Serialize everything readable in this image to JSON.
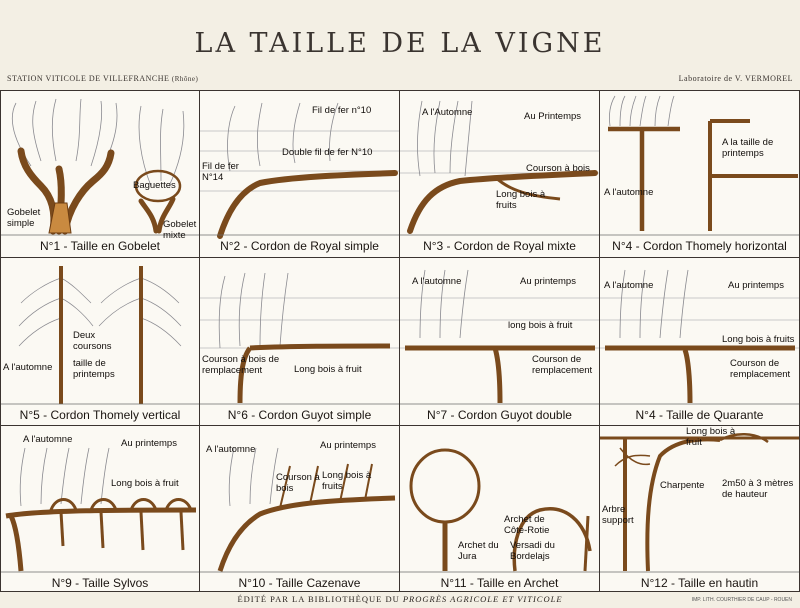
{
  "title": "LA TAILLE DE LA VIGNE",
  "header_left": "STATION VITICOLE DE VILLEFRANCHE",
  "header_left_sub": "(Rhône)",
  "header_right": "Laboratoire de V. VERMOREL",
  "footer_prefix": "ÉDITÉ PAR LA BIBLIOTHÈQUE DU",
  "footer_journal": "PROGRÈS AGRICOLE ET VITICOLE",
  "imprint": "IMP. LITH. COURTHIER DE CAUP - ROUEN",
  "panels": [
    {
      "caption": "N°1 - Taille en Gobelet",
      "labels": [
        "Baguettes",
        "Gobelet simple",
        "Gobelet mixte"
      ]
    },
    {
      "caption": "N°2 - Cordon de Royal simple",
      "labels": [
        "Fil de fer n°10",
        "Double fil de fer N°10",
        "Fil de fer N°14"
      ]
    },
    {
      "caption": "N°3 - Cordon de Royal mixte",
      "labels": [
        "A l'Automne",
        "Au Printemps",
        "Courson à bois",
        "Long bois à fruits"
      ]
    },
    {
      "caption": "N°4 - Cordon Thomely horizontal",
      "labels": [
        "A la taille de printemps",
        "A l'automne"
      ]
    },
    {
      "caption": "N°5 - Cordon Thomely vertical",
      "labels": [
        "Deux coursons",
        "taille de printemps",
        "A l'automne"
      ]
    },
    {
      "caption": "N°6 - Cordon Guyot simple",
      "labels": [
        "Courson à bois de remplacement",
        "Long bois à fruit"
      ]
    },
    {
      "caption": "N°7 - Cordon Guyot double",
      "labels": [
        "A l'automne",
        "Au printemps",
        "long bois à fruit",
        "Courson de remplacement"
      ]
    },
    {
      "caption": "N°4 - Taille de Quarante",
      "labels": [
        "A l'automne",
        "Au printemps",
        "Long bois à fruits",
        "Courson de remplacement"
      ]
    },
    {
      "caption": "N°9 - Taille Sylvos",
      "labels": [
        "A l'automne",
        "Au printemps",
        "Long bois à fruit"
      ]
    },
    {
      "caption": "N°10 - Taille Cazenave",
      "labels": [
        "A l'automne",
        "Au printemps",
        "Courson à bois",
        "Long bois à fruits"
      ]
    },
    {
      "caption": "N°11 - Taille en Archet",
      "labels": [
        "Archet de Côte-Rotie",
        "Archet du Jura",
        "Versadi du Bordelajs"
      ]
    },
    {
      "caption": "N°12 - Taille en hautin",
      "labels": [
        "Long bois à fruit",
        "Charpente",
        "2m50 à 3 mètres de hauteur",
        "Arbre support"
      ]
    }
  ]
}
